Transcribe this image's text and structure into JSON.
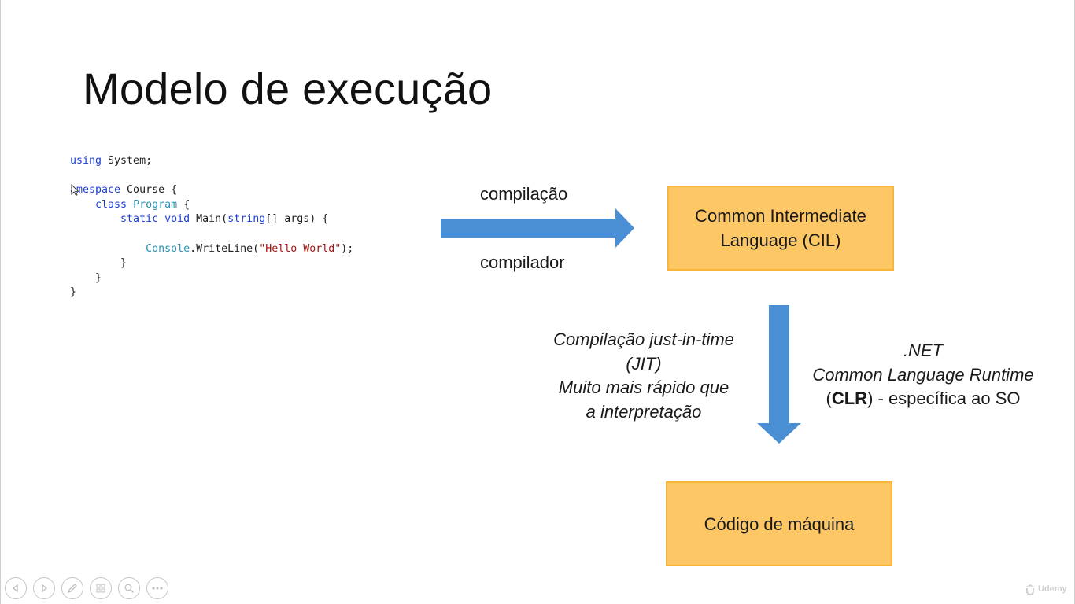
{
  "slide": {
    "title": "Modelo de execução"
  },
  "code": {
    "lines": [
      [
        {
          "t": "using",
          "c": "kw"
        },
        {
          "t": " System;",
          "c": ""
        }
      ],
      [],
      [
        {
          "t": "amespace",
          "c": "kw"
        },
        {
          "t": " Course {",
          "c": ""
        }
      ],
      [
        {
          "t": "    ",
          "c": ""
        },
        {
          "t": "class",
          "c": "kw"
        },
        {
          "t": " ",
          "c": ""
        },
        {
          "t": "Program",
          "c": "type"
        },
        {
          "t": " {",
          "c": ""
        }
      ],
      [
        {
          "t": "        ",
          "c": ""
        },
        {
          "t": "static",
          "c": "kw"
        },
        {
          "t": " ",
          "c": ""
        },
        {
          "t": "void",
          "c": "kw"
        },
        {
          "t": " Main(",
          "c": ""
        },
        {
          "t": "string",
          "c": "kw"
        },
        {
          "t": "[] args) {",
          "c": ""
        }
      ],
      [],
      [
        {
          "t": "            ",
          "c": ""
        },
        {
          "t": "Console",
          "c": "type"
        },
        {
          "t": ".WriteLine(",
          "c": ""
        },
        {
          "t": "\"Hello World\"",
          "c": "str"
        },
        {
          "t": ");",
          "c": ""
        }
      ],
      [
        {
          "t": "        }",
          "c": ""
        }
      ],
      [
        {
          "t": "    }",
          "c": ""
        }
      ],
      [
        {
          "t": "}",
          "c": ""
        }
      ]
    ]
  },
  "diagram": {
    "label_top": "compilação",
    "label_bottom": "compilador",
    "cil_box": {
      "line1": "Common Intermediate",
      "line2": "Language (CIL)"
    },
    "machine_box": "Código de máquina",
    "jit": {
      "line1": "Compilação just-in-time",
      "line2": "(JIT)",
      "line3": "Muito mais rápido que",
      "line4": "a interpretação"
    },
    "clr": {
      "line1": ".NET",
      "line2": "Common Language Runtime",
      "line3_open": "(",
      "line3_bold": "CLR",
      "line3_rest": ") - específica ao SO"
    }
  },
  "colors": {
    "arrow": "#4a8fd4",
    "box_fill": "#fdc765",
    "box_border": "#f7b63a"
  },
  "controls": {
    "icons": [
      "previous-icon",
      "next-icon",
      "pen-icon",
      "slides-icon",
      "zoom-icon",
      "more-icon"
    ]
  },
  "watermark": {
    "text": "Udemy"
  }
}
